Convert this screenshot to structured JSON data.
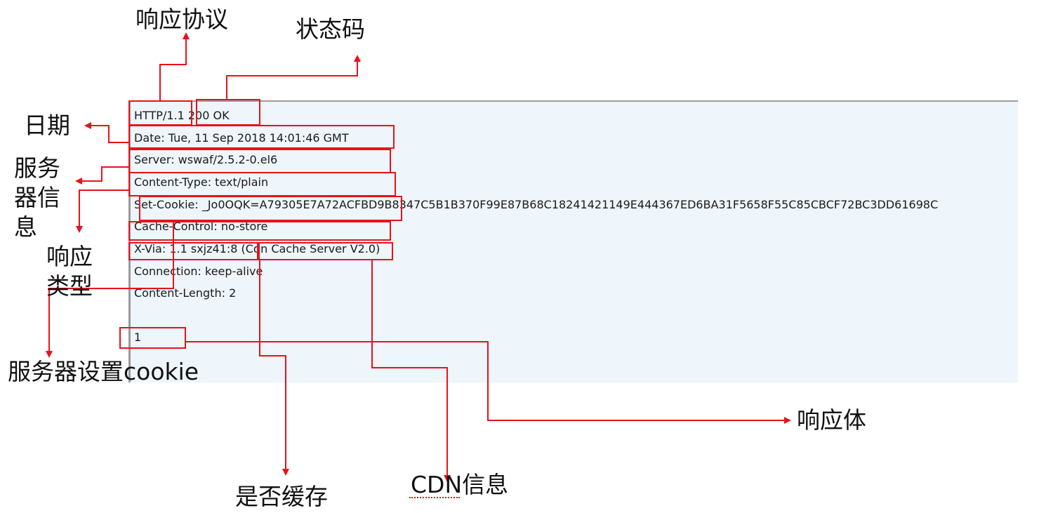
{
  "response": {
    "lines": [
      "HTTP/1.1 200 OK",
      "Date: Tue, 11 Sep 2018 14:01:46 GMT",
      "Server: wswaf/2.5.2-0.el6",
      "Content-Type: text/plain",
      "Set-Cookie: _Jo0OQK=A79305E7A72ACFBD9B8347C5B1B370F99E87B68C18241421149E444367ED6BA31F5658F55C85CBCF72BC3DD61698C",
      "Cache-Control: no-store",
      "X-Via: 1.1 sxjz41:8 (Cdn Cache Server V2.0)",
      "Connection: keep-alive",
      "Content-Length: 2"
    ],
    "body": "1"
  },
  "labels": {
    "protocol": "响应协议",
    "status_code": "状态码",
    "date": "日期",
    "server_info": "服务器信息",
    "content_type": "响应类型",
    "set_cookie": "服务器设置cookie",
    "cache": "是否缓存",
    "cdn": "CDN信息",
    "body": "响应体"
  },
  "colors": {
    "annotation": "#e8121b",
    "panel_background": "#eef5fb",
    "panel_border": "#9a9a9a"
  }
}
